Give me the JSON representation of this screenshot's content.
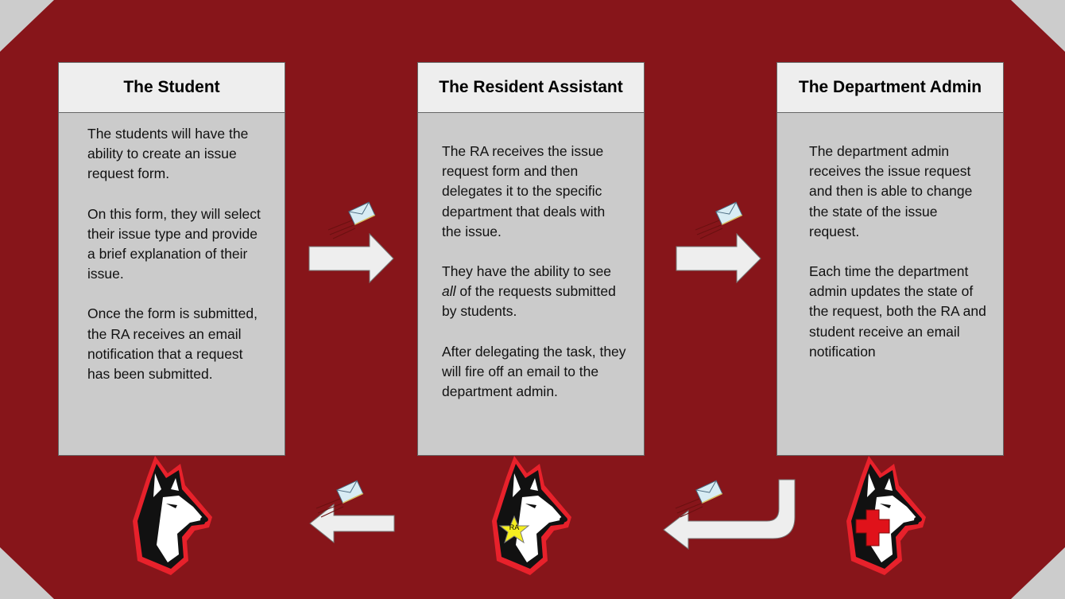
{
  "colors": {
    "background": "#87151a",
    "card_body": "#cbcbcb",
    "card_header": "#eeeeee",
    "corner": "#cccccc"
  },
  "cards": [
    {
      "title": "The Student",
      "paragraphs": [
        "The students will have the ability to create an issue request form.",
        "On this form, they will select their issue type and provide a brief explanation of their issue.",
        "Once the form is submitted, the RA receives an email notification that a request has been submitted."
      ]
    },
    {
      "title": "The Resident Assistant",
      "paragraphs": [
        "The RA receives the issue request form and then delegates it to the specific department that deals with the issue."
      ],
      "p2_before": "They have the ability to see ",
      "p2_em": "all",
      "p2_after": " of the requests submitted by students.",
      "p3": "After delegating the task, they will fire off an email to the department admin."
    },
    {
      "title": "The Department Admin",
      "paragraphs": [
        "The department admin receives the issue request and then is able to change the state of the issue request.",
        "Each time the department admin updates the state of the request, both the RA and student receive an email notification"
      ]
    }
  ],
  "badges": {
    "ra": "RA"
  },
  "icons": [
    "husky-mascot-icon",
    "star-icon",
    "red-cross-icon",
    "envelope-icon",
    "arrow-right-icon",
    "arrow-left-icon"
  ]
}
